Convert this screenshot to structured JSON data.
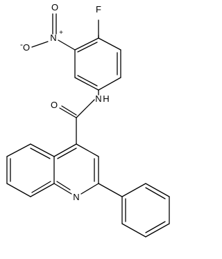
{
  "molecule": {
    "atom_labels": {
      "fluorine": "F",
      "nitro_nitrogen": "N",
      "nitro_charge_plus": "+",
      "nitro_oxygen_double": "O",
      "nitro_oxygen_single": "O",
      "nitro_charge_minus": "-",
      "amide_nitrogen": "N",
      "amide_hydrogen": "H",
      "carbonyl_oxygen": "O",
      "quinoline_nitrogen": "N"
    },
    "colors": {
      "bond": "#000000",
      "label": "#000000",
      "background": "#ffffff"
    }
  }
}
